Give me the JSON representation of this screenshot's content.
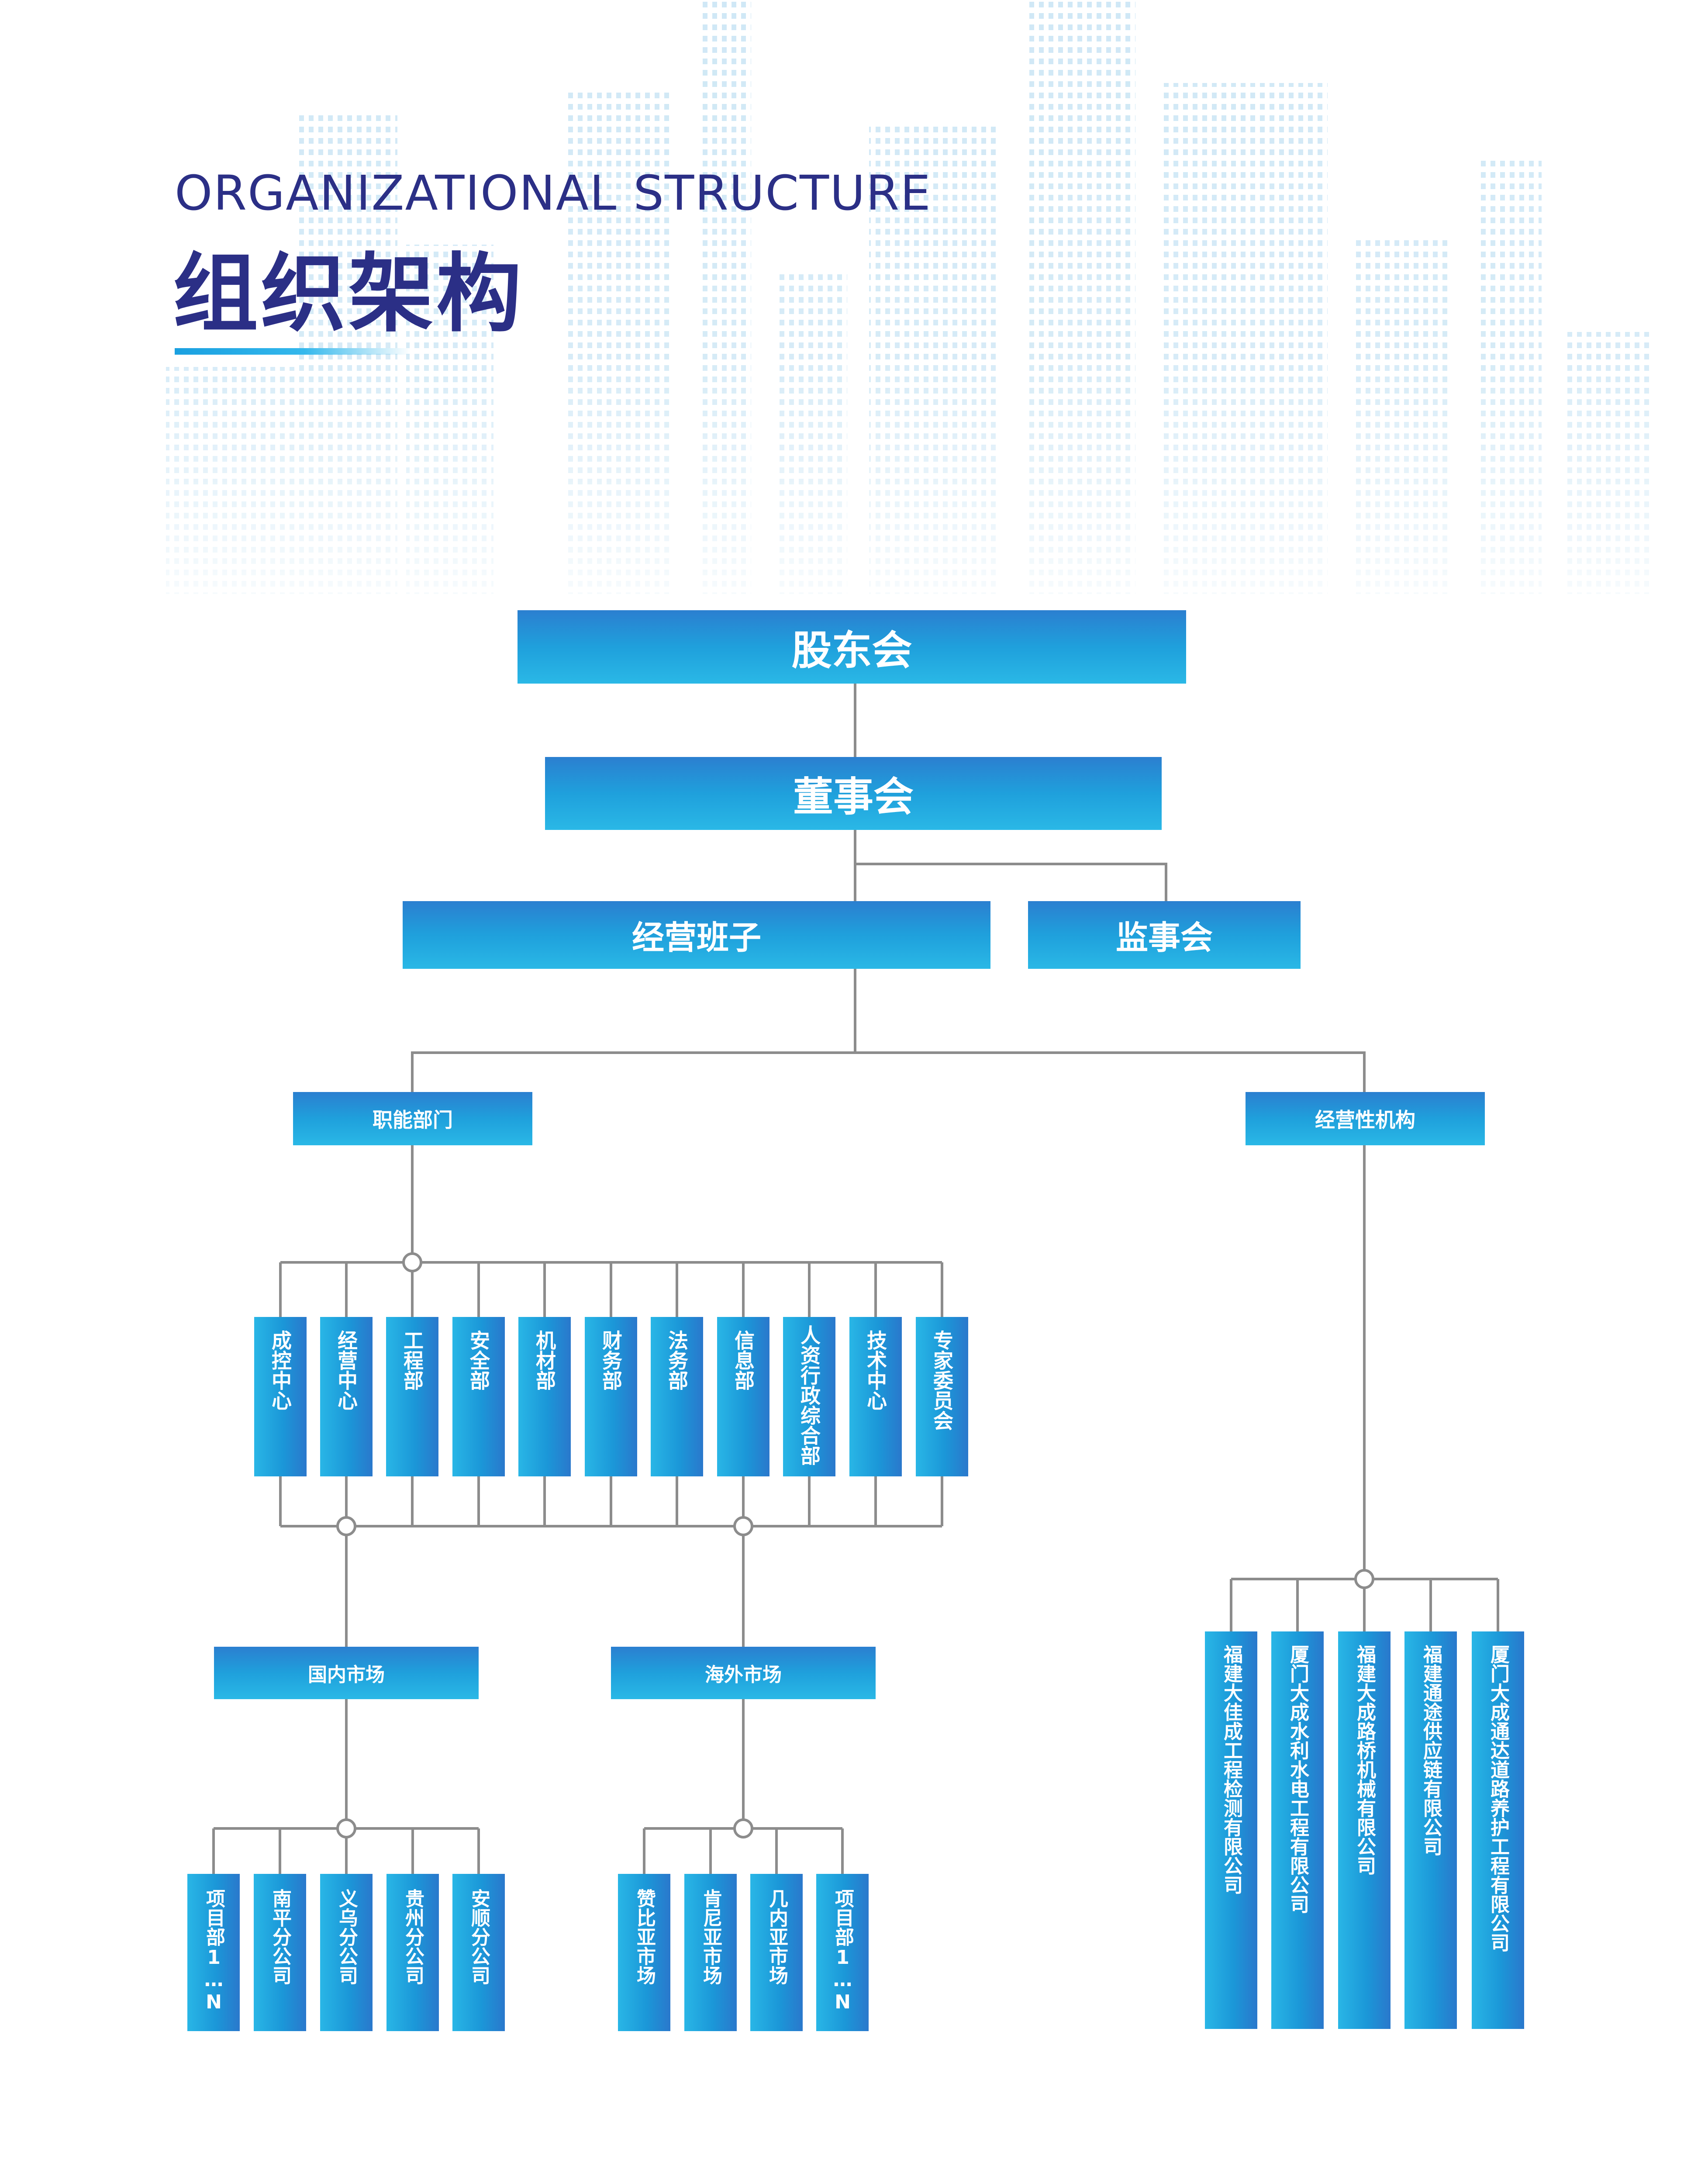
{
  "header": {
    "title_en": "ORGANIZATIONAL STRUCTURE",
    "title_cn": "组织架构"
  },
  "chart": {
    "root": "股东会",
    "board": "董事会",
    "management": "经营班子",
    "supervisory": "监事会",
    "functional": {
      "label": "职能部门",
      "departments": [
        "成控中心",
        "经营中心",
        "工程部",
        "安全部",
        "机材部",
        "财务部",
        "法务部",
        "信息部",
        "人资行政综合部",
        "技术中心",
        "专家委员会"
      ]
    },
    "markets": {
      "domestic": {
        "label": "国内市场",
        "units": [
          "项目部1…N",
          "南平分公司",
          "义乌分公司",
          "贵州分公司",
          "安顺分公司"
        ]
      },
      "overseas": {
        "label": "海外市场",
        "units": [
          "赞比亚市场",
          "肯尼亚市场",
          "几内亚市场",
          "项目部1…N"
        ]
      }
    },
    "operating": {
      "label": "经营性机构",
      "companies": [
        "福建大佳成工程检测有限公司",
        "厦门大成水利水电工程有限公司",
        "福建大成路桥机械有限公司",
        "福建通途供应链有限公司",
        "厦门大成通达道路养护工程有限公司"
      ]
    }
  },
  "colors": {
    "title": "#2b2f86",
    "box_top": "#2b7fd0",
    "box_bottom": "#2ab8e6",
    "connector": "#8c8c8c"
  }
}
